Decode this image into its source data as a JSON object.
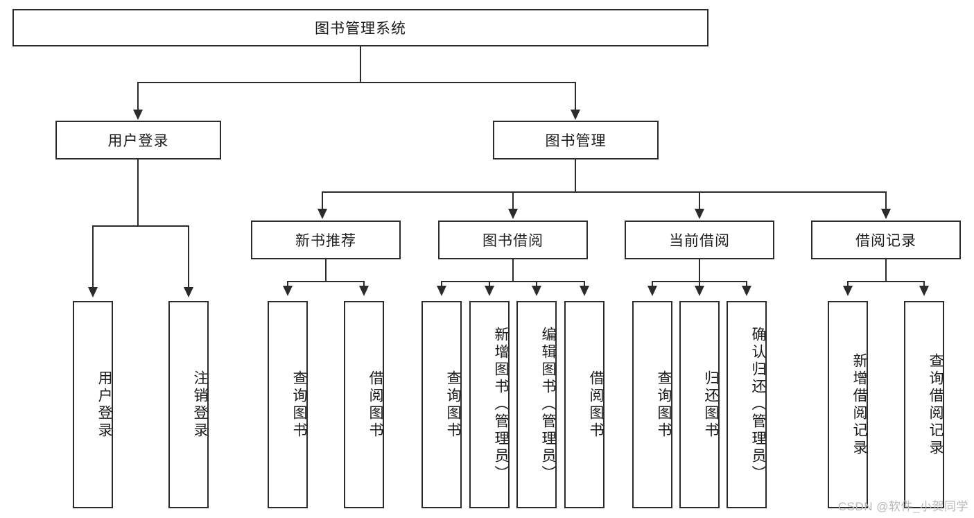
{
  "diagram": {
    "type": "tree",
    "title": "图书管理系统",
    "watermark": "CSDN @软件_小贺同学",
    "colors": {
      "stroke": "#2b2b2b",
      "fill": "#ffffff",
      "text": "#1b1b1b",
      "watermark": "#b9b9b9"
    },
    "nodes": {
      "root": {
        "label": "图书管理系统"
      },
      "level2": [
        {
          "id": "user-login",
          "label": "用户登录"
        },
        {
          "id": "book-manage",
          "label": "图书管理"
        }
      ],
      "level3": [
        {
          "id": "new-book-recommend",
          "label": "新书推荐"
        },
        {
          "id": "book-borrow",
          "label": "图书借阅"
        },
        {
          "id": "current-borrow",
          "label": "当前借阅"
        },
        {
          "id": "borrow-record",
          "label": "借阅记录"
        }
      ],
      "leaves": {
        "user_login": [
          {
            "id": "leaf-user-login",
            "label": "用户登录"
          },
          {
            "id": "leaf-logout-login",
            "label": "注销登录"
          }
        ],
        "new_book_recommend": [
          {
            "id": "leaf-query-book-1",
            "label": "查询图书"
          },
          {
            "id": "leaf-borrow-book-1",
            "label": "借阅图书"
          }
        ],
        "book_borrow": [
          {
            "id": "leaf-query-book-2",
            "label": "查询图书"
          },
          {
            "id": "leaf-add-book",
            "label": "新增图书（管理员）"
          },
          {
            "id": "leaf-edit-book",
            "label": "编辑图书（管理员）"
          },
          {
            "id": "leaf-borrow-book-2",
            "label": "借阅图书"
          }
        ],
        "current_borrow": [
          {
            "id": "leaf-query-book-3",
            "label": "查询图书"
          },
          {
            "id": "leaf-return-book",
            "label": "归还图书"
          },
          {
            "id": "leaf-confirm-return",
            "label": "确认归还（管理员）"
          }
        ],
        "borrow_record": [
          {
            "id": "leaf-add-record",
            "label": "新增借阅记录"
          },
          {
            "id": "leaf-query-record",
            "label": "查询借阅记录"
          }
        ]
      }
    }
  }
}
